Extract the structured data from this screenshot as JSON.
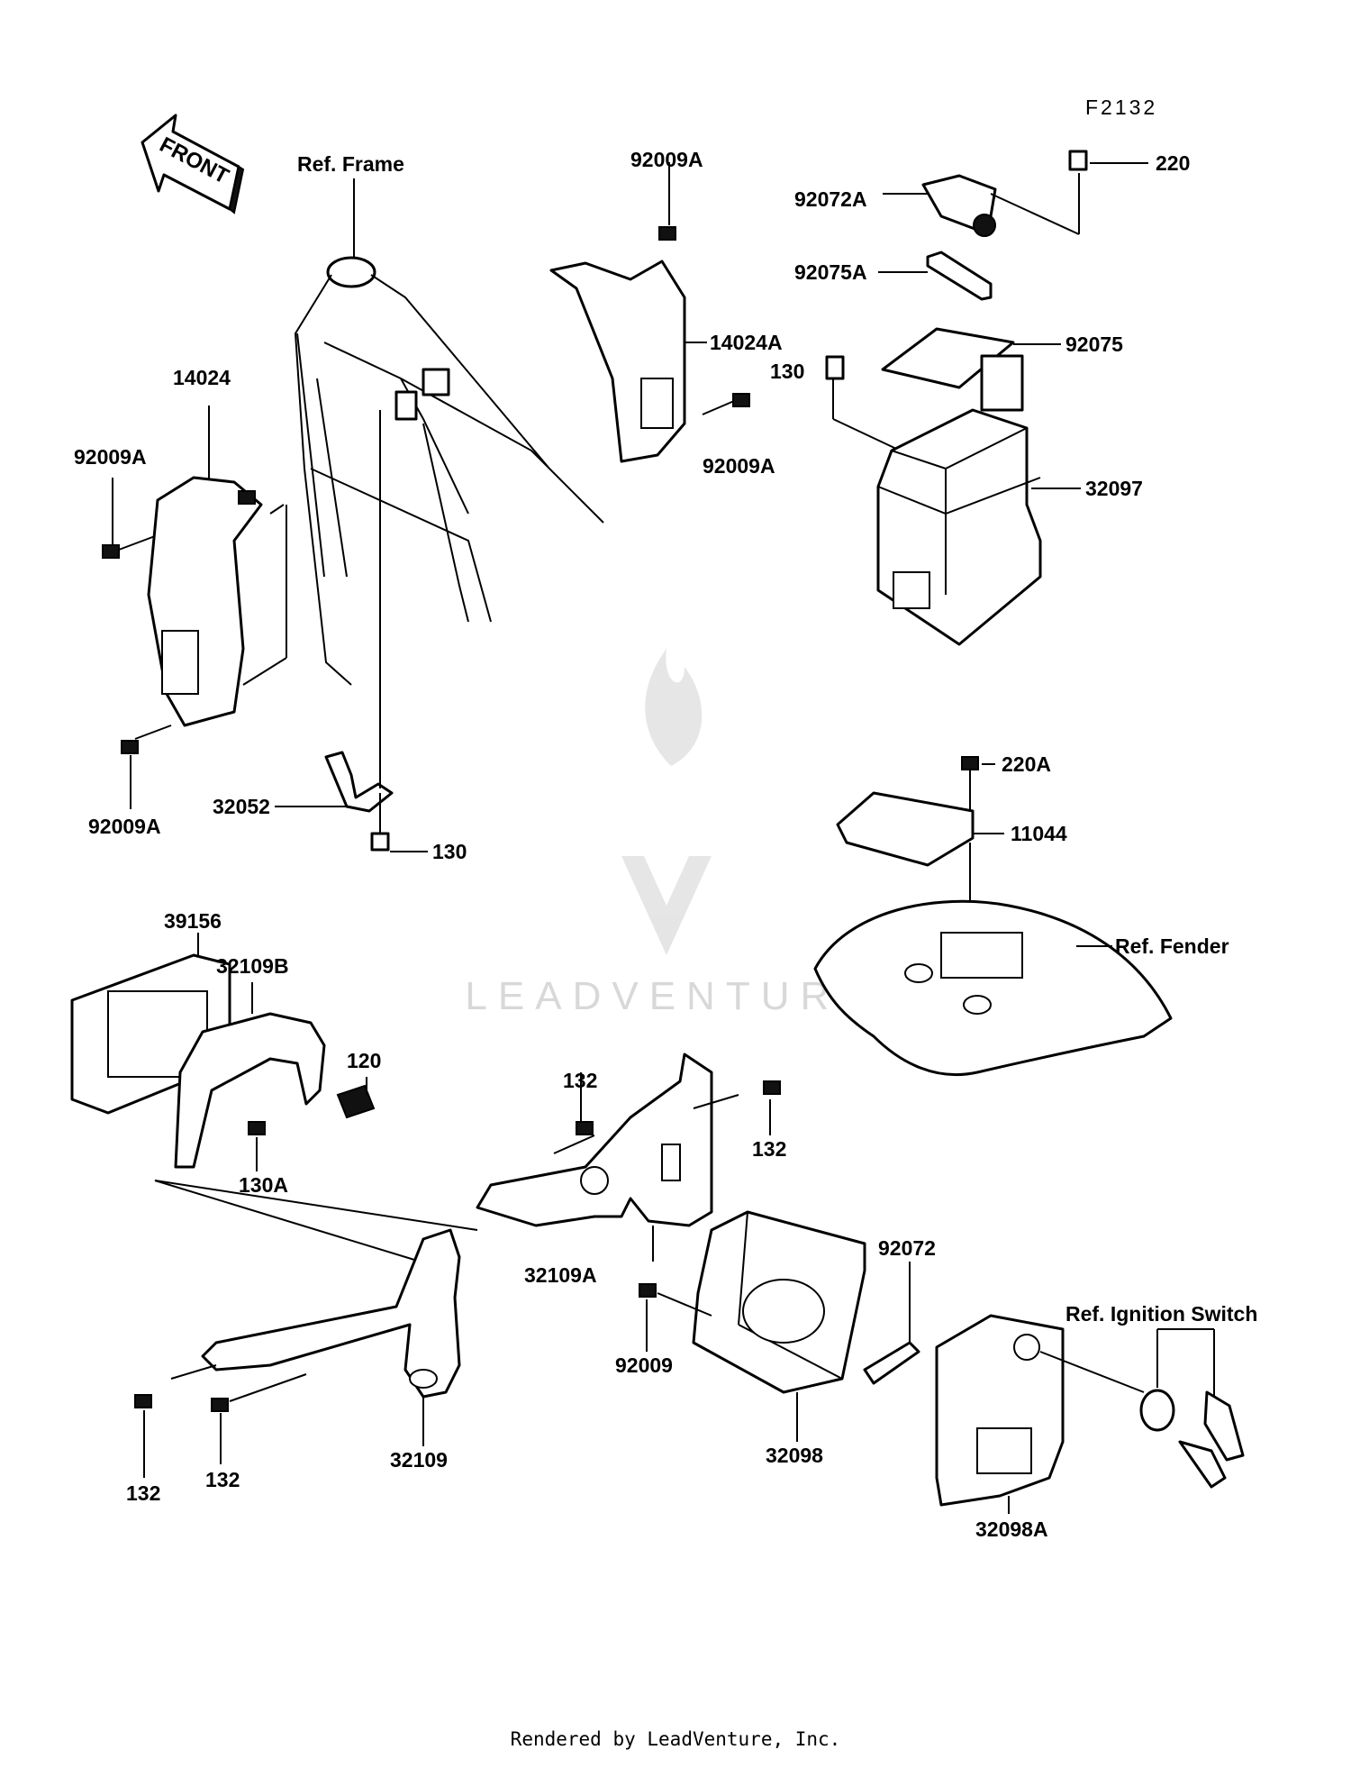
{
  "figure_code": "F2132",
  "front_arrow_label": "FRONT",
  "watermark": "LEADVENTURE",
  "footer": "Rendered by LeadVenture, Inc.",
  "labels": {
    "ref_frame": "Ref. Frame",
    "p92009A_top": "92009A",
    "p92072A": "92072A",
    "p220": "220",
    "p92075A": "92075A",
    "p14024": "14024",
    "p14024A": "14024A",
    "p130_top": "130",
    "p92075": "92075",
    "p92009A_left": "92009A",
    "p92009A_mid": "92009A",
    "p32097": "32097",
    "p92009A_bottom": "92009A",
    "p220A": "220A",
    "p32052": "32052",
    "p11044": "11044",
    "p130_mid": "130",
    "p39156": "39156",
    "ref_fender": "Ref. Fender",
    "p32109B": "32109B",
    "p120": "120",
    "p132_a": "132",
    "p132_b": "132",
    "p130A": "130A",
    "p32109A": "32109A",
    "p92072": "92072",
    "ref_ignition": "Ref. Ignition Switch",
    "p92009": "92009",
    "p32098": "32098",
    "p132_c": "132",
    "p132_d": "132",
    "p32109": "32109",
    "p32098A": "32098A"
  }
}
